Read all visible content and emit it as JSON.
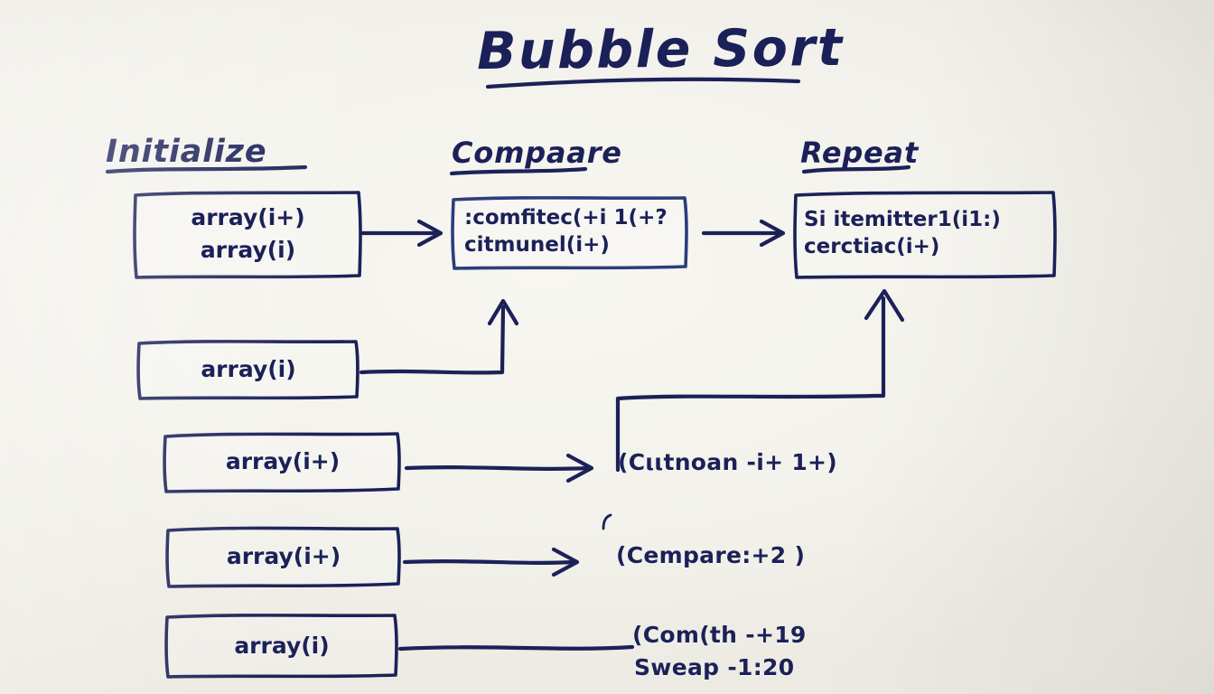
{
  "board": {
    "title": "Bubble Sort",
    "ink_color": "#1b2158",
    "background_color": "#f3f2ec"
  },
  "headings": [
    {
      "label": "Initialize"
    },
    {
      "label": "Compaare"
    },
    {
      "label": "Repeat"
    }
  ],
  "boxes": [
    {
      "id": "initialize-box",
      "lines": [
        "array(i+)",
        "array(i)"
      ]
    },
    {
      "id": "compare-box",
      "lines": [
        ":comfitec(+i 1(+?",
        "citmunel(i+)"
      ]
    },
    {
      "id": "repeat-box",
      "lines": [
        "Si itemitter1(i1:)",
        "cerctiac(i+)"
      ]
    },
    {
      "id": "array-i-box",
      "lines": [
        "array(i)"
      ]
    },
    {
      "id": "array-iplus-box-1",
      "lines": [
        "array(i+)"
      ]
    },
    {
      "id": "array-iplus-box-2",
      "lines": [
        "array(i+)"
      ]
    },
    {
      "id": "array-i-box-2",
      "lines": [
        "array(i)"
      ]
    }
  ],
  "notes": [
    {
      "id": "note-count",
      "lines": [
        "(Cιιtnoan -i+ 1+)"
      ]
    },
    {
      "id": "note-compare",
      "lines": [
        "(Cempare:+2 )"
      ]
    },
    {
      "id": "note-swap",
      "lines": [
        "(Com(th -+19",
        "Sweap -1:20"
      ]
    }
  ]
}
